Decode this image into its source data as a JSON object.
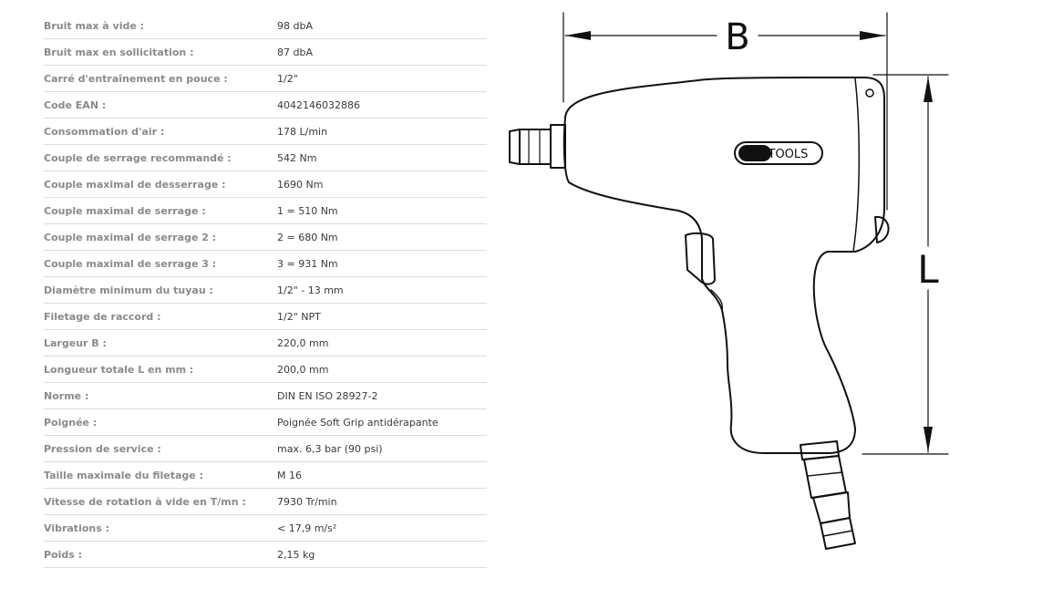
{
  "specs": [
    {
      "label": "Bruit max à vide :",
      "value": "98 dbA"
    },
    {
      "label": "Bruit max en sollicitation :",
      "value": "87 dbA"
    },
    {
      "label": "Carré d'entraînement en pouce :",
      "value": "1/2\""
    },
    {
      "label": "Code EAN :",
      "value": "4042146032886"
    },
    {
      "label": "Consommation d'air :",
      "value": "178 L/min"
    },
    {
      "label": "Couple de serrage recommandé :",
      "value": "542 Nm"
    },
    {
      "label": "Couple maximal de desserrage :",
      "value": "1690 Nm"
    },
    {
      "label": "Couple maximal de serrage :",
      "value": "1 = 510 Nm"
    },
    {
      "label": "Couple maximal de serrage 2 :",
      "value": "2 = 680 Nm"
    },
    {
      "label": "Couple maximal de serrage 3 :",
      "value": "3 = 931 Nm"
    },
    {
      "label": "Diamètre minimum du tuyau :",
      "value": "1/2\" - 13 mm"
    },
    {
      "label": "Filetage de raccord :",
      "value": "1/2\" NPT"
    },
    {
      "label": "Largeur B :",
      "value": "220,0 mm"
    },
    {
      "label": "Longueur totale L en mm :",
      "value": "200,0 mm"
    },
    {
      "label": "Norme :",
      "value": "DIN EN ISO 28927-2"
    },
    {
      "label": "Poignée :",
      "value": "Poignée Soft Grip antidérapante"
    },
    {
      "label": "Pression de service :",
      "value": "max. 6,3 bar (90 psi)"
    },
    {
      "label": "Taille maximale du filetage :",
      "value": "M 16"
    },
    {
      "label": "Vitesse de rotation à vide en T/mn :",
      "value": "7930 Tr/min"
    },
    {
      "label": "Vibrations :",
      "value": "< 17,9 m/s²"
    },
    {
      "label": "Poids :",
      "value": "2,15 kg"
    }
  ],
  "drawing": {
    "dim_width_label": "B",
    "dim_length_label": "L",
    "logo_text": "KS TOOLS"
  }
}
